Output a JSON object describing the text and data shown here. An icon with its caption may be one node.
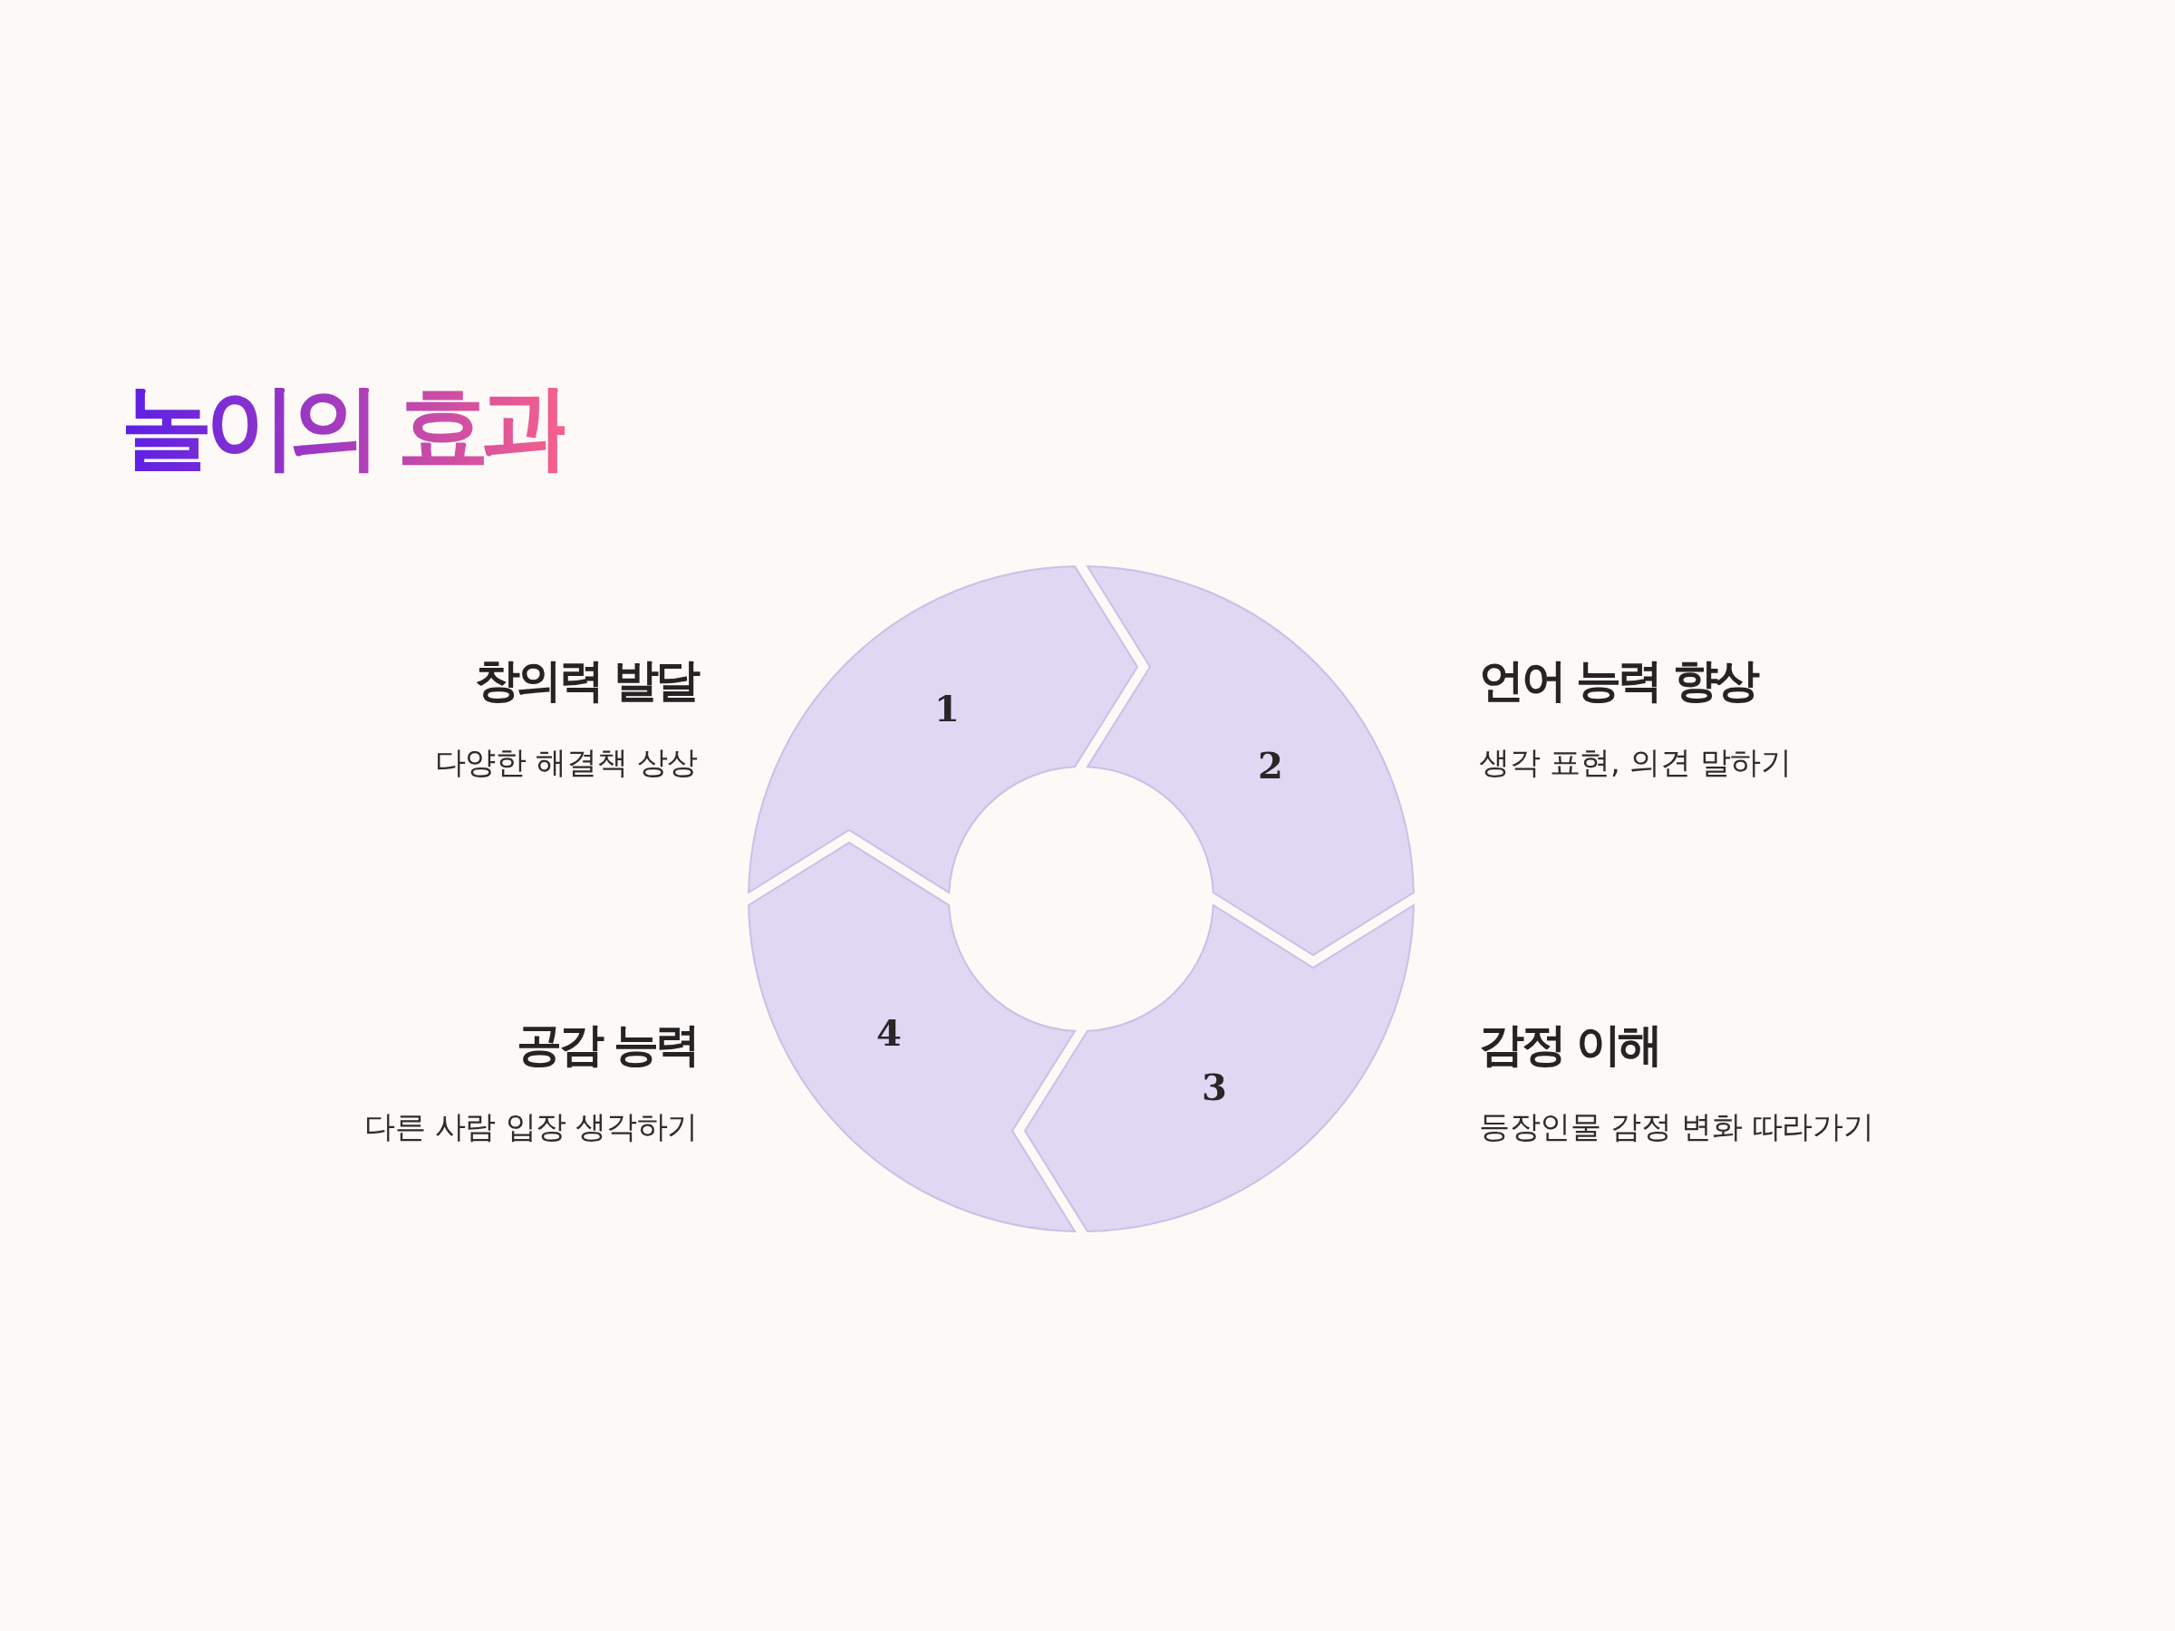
{
  "diagram": {
    "title": "놀이의 효과",
    "nodes": [
      {
        "text": [
          "1"
        ],
        "beside": [
          "창의력 발달",
          "다양한 해결책 상상"
        ]
      },
      {
        "text": [
          "2"
        ],
        "beside": [
          "언어 능력 향상",
          "생각 표현, 의견 말하기"
        ]
      },
      {
        "text": [
          "3"
        ],
        "beside": [
          "감정 이해",
          "등장인물 감정 변화 따라가기"
        ]
      },
      {
        "text": [
          "4"
        ],
        "beside": [
          "공감 능력",
          "다른 사람 입장 생각하기"
        ]
      }
    ]
  }
}
